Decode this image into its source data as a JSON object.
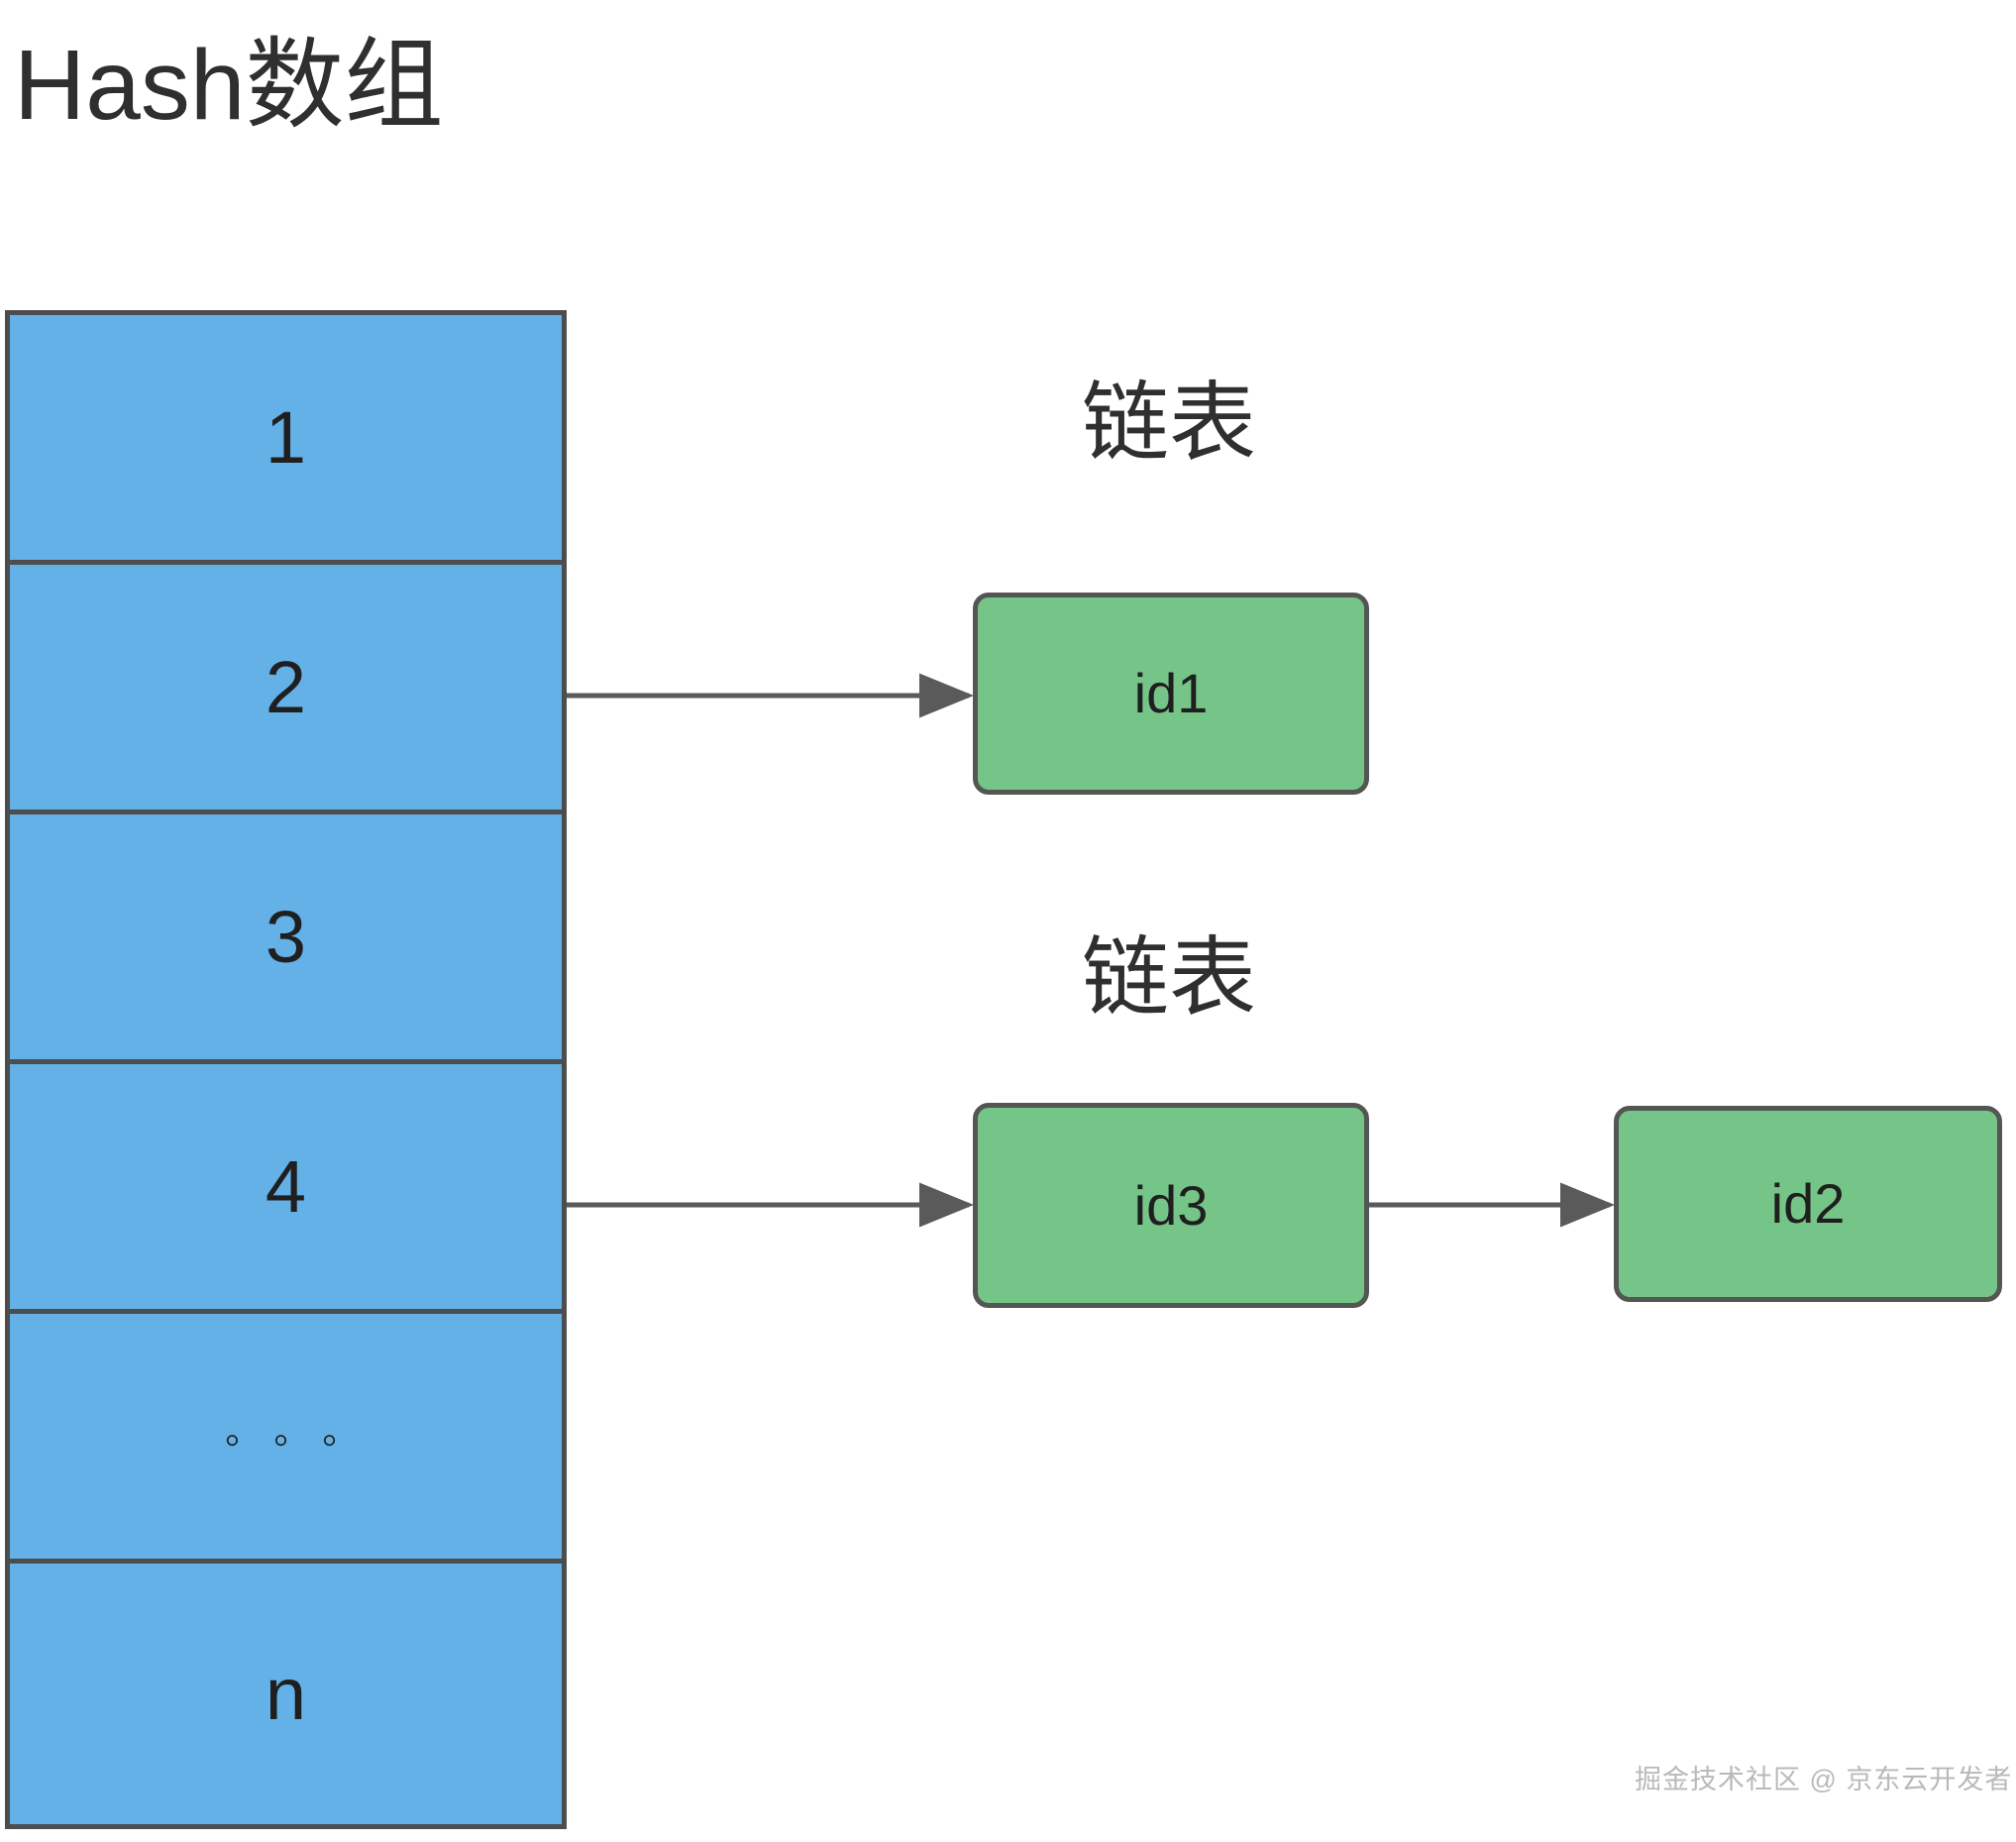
{
  "page": {
    "title": "Hash数组",
    "background_color": "#ffffff"
  },
  "colors": {
    "array_cell_fill": "#64b1e8",
    "array_cell_border": "#4d4d4d",
    "node_fill": "#74c587",
    "node_border": "#535653",
    "arrow": "#5a5a5a",
    "text": "#2f2f2f",
    "watermark": "#b9b9b9"
  },
  "hash_array": {
    "name": "Hash数组",
    "cells": [
      {
        "label": "1",
        "kind": "index"
      },
      {
        "label": "2",
        "kind": "index"
      },
      {
        "label": "3",
        "kind": "index"
      },
      {
        "label": "4",
        "kind": "index"
      },
      {
        "label": "◦ ◦ ◦",
        "kind": "ellipsis"
      },
      {
        "label": "n",
        "kind": "index"
      }
    ]
  },
  "linked_lists": [
    {
      "title": "链表",
      "source_cell": "2",
      "nodes": [
        {
          "label": "id1"
        }
      ]
    },
    {
      "title": "链表",
      "source_cell": "4",
      "nodes": [
        {
          "label": "id3"
        },
        {
          "label": "id2"
        }
      ]
    }
  ],
  "edges": [
    {
      "name": "cell-2-to-id1",
      "from": "array-cell-2",
      "to": "node-id1"
    },
    {
      "name": "cell-4-to-id3",
      "from": "array-cell-4",
      "to": "node-id3"
    },
    {
      "name": "id3-to-id2",
      "from": "node-id3",
      "to": "node-id2"
    }
  ],
  "watermark": {
    "text": "掘金技术社区 @ 京东云开发者"
  },
  "chart_data": {
    "type": "diagram",
    "title": "Hash数组",
    "description": "Hash table with separate chaining: a blue index array whose buckets point to green linked-list nodes.",
    "buckets": [
      {
        "index": "1",
        "chain": []
      },
      {
        "index": "2",
        "chain": [
          "id1"
        ]
      },
      {
        "index": "3",
        "chain": []
      },
      {
        "index": "4",
        "chain": [
          "id3",
          "id2"
        ]
      },
      {
        "index": "◦ ◦ ◦",
        "chain": []
      },
      {
        "index": "n",
        "chain": []
      }
    ],
    "chain_label": "链表"
  }
}
